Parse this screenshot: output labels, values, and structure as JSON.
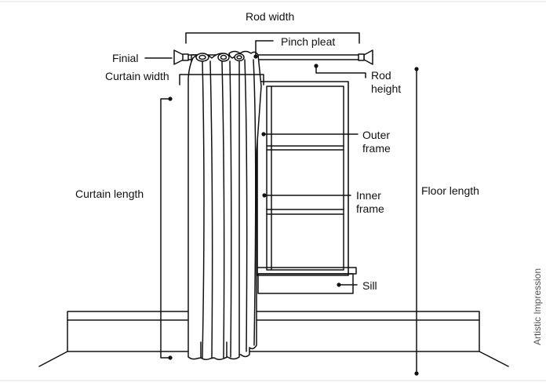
{
  "labels": {
    "rod_width": "Rod width",
    "pinch_pleat": "Pinch pleat",
    "finial": "Finial",
    "rod_height_1": "Rod",
    "rod_height_2": "height",
    "curtain_width": "Curtain width",
    "outer_frame_1": "Outer",
    "outer_frame_2": "frame",
    "inner_frame_1": "Inner",
    "inner_frame_2": "frame",
    "curtain_length": "Curtain length",
    "floor_length": "Floor length",
    "sill": "Sill"
  },
  "watermark": "Artistic Impression",
  "colors": {
    "line": "#111111",
    "frame": "#dddddd"
  }
}
